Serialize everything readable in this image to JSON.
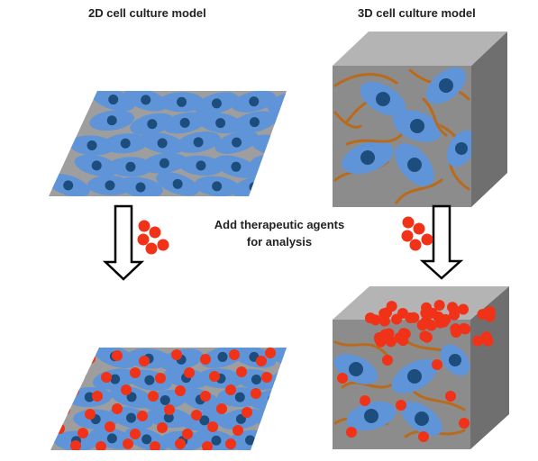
{
  "titles": {
    "model_2d": "2D cell culture model",
    "model_3d": "3D cell culture model"
  },
  "caption": {
    "line1": "Add therapeutic agents",
    "line2": "for analysis"
  },
  "colors": {
    "substrate": "#9e9e9e",
    "cube_front": "#8c8c8c",
    "cube_top": "#b4b4b4",
    "cube_side": "#6f6f6f",
    "cell_body": "#5f94d8",
    "cell_nucleus": "#1d4d7c",
    "fiber": "#b86b1c",
    "agent": "#f03318",
    "arrow_outline": "#000000"
  }
}
